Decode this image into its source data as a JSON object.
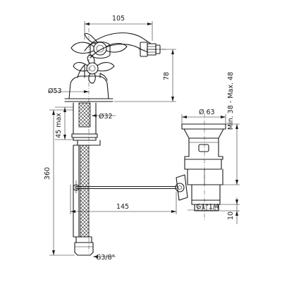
{
  "dimensions": {
    "spout_reach": "105",
    "faucet_height": "78",
    "base_diameter": "Ø53",
    "hole_diameter": "Ø32",
    "deck_thickness": "45 max",
    "hose_length": "360",
    "rod_length": "145",
    "inlet_thread": "G3/8\"",
    "waste_diameter": "Ø 63",
    "waste_height_range": "Min. 38 - Max. 48",
    "waste_thread": "G1\"1/4",
    "waste_tail": "10"
  }
}
